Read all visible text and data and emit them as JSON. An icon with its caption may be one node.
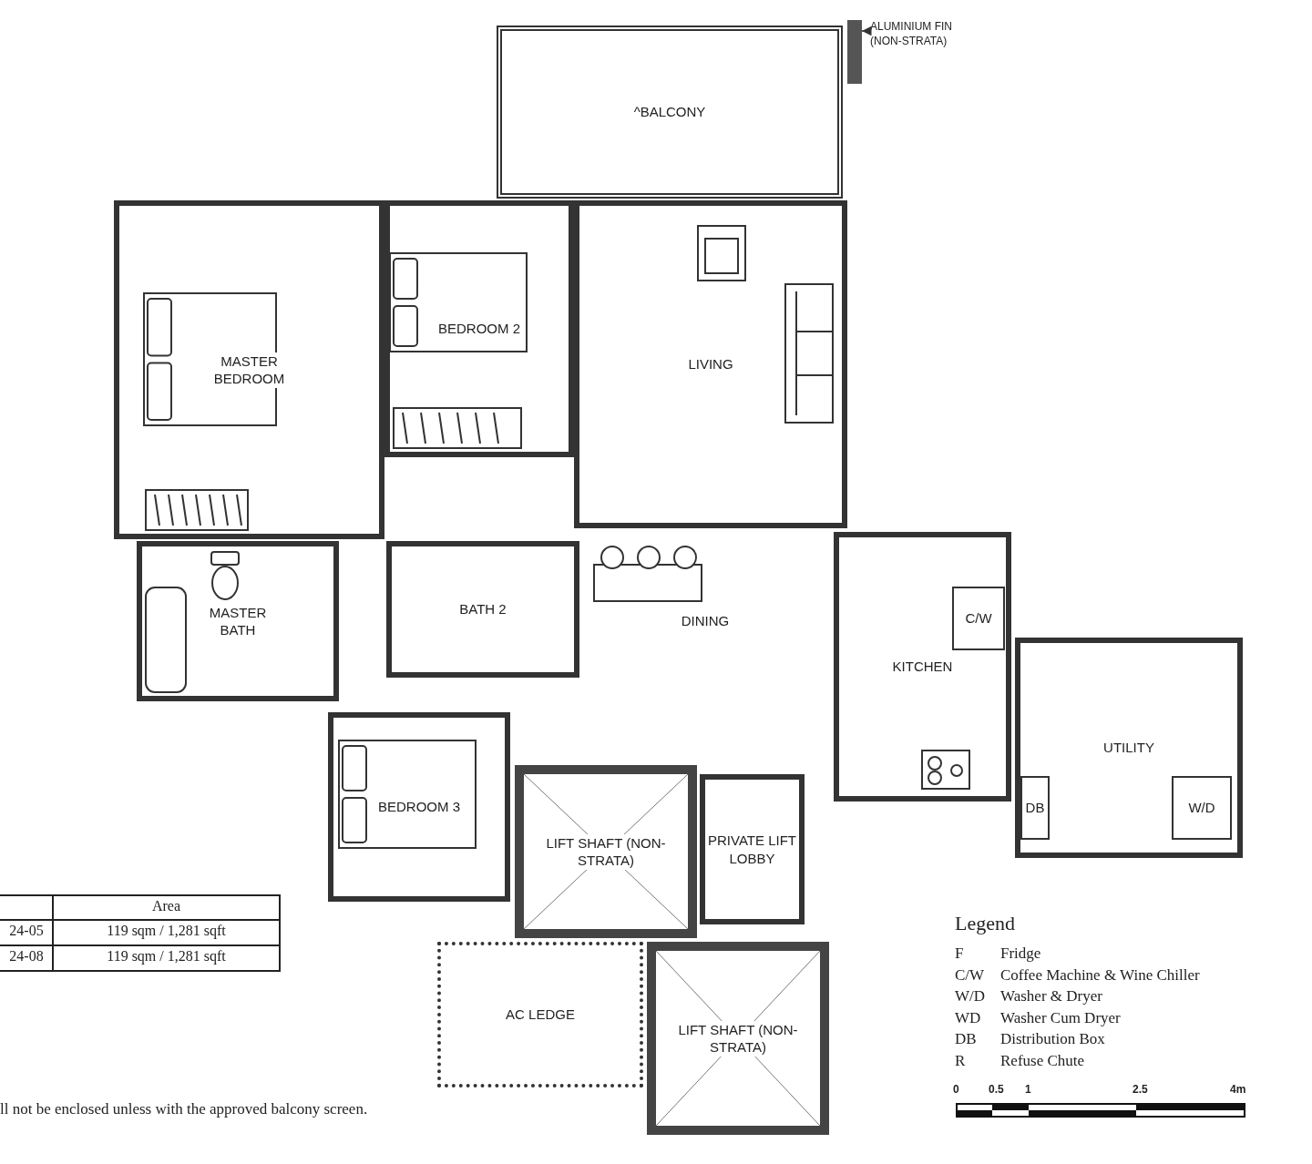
{
  "diagram": {
    "nodes": [
      {
        "text": [
          "^BALCONY"
        ]
      },
      {
        "text": [
          "MASTER BEDROOM"
        ]
      },
      {
        "text": [
          "BEDROOM 2"
        ]
      },
      {
        "text": [
          "LIVING"
        ]
      },
      {
        "text": [
          "MASTER BATH"
        ]
      },
      {
        "text": [
          "BATH 2"
        ]
      },
      {
        "text": [
          "DINING"
        ]
      },
      {
        "text": [
          "KITCHEN"
        ]
      },
      {
        "text": [
          "C/W"
        ],
        "in": 7
      },
      {
        "text": [
          "BEDROOM 3"
        ]
      },
      {
        "text": [
          "LIFT SHAFT (NON-STRATA)"
        ]
      },
      {
        "text": [
          "PRIVATE LIFT LOBBY"
        ]
      },
      {
        "text": [
          "UTILITY"
        ]
      },
      {
        "text": [
          "DB"
        ],
        "in": 12
      },
      {
        "text": [
          "W/D"
        ],
        "in": 12
      },
      {
        "text": [
          "AC LEDGE"
        ]
      },
      {
        "text": [
          "LIFT SHAFT (NON-STRATA)"
        ]
      },
      {
        "text": [
          "ALUMINIUM FIN (NON-STRATA)"
        ]
      },
      {
        "text": [],
        "shape": "bar"
      }
    ],
    "edges": [
      {
        "from": 17,
        "to": 18,
        "arrow": "to"
      }
    ],
    "labels": [
      "Area",
      "24-05",
      "119 sqm / 1,281 sqft",
      "24-08",
      "119 sqm / 1,281 sqft",
      "ll not be enclosed unless with the approved balcony screen.",
      "Legend",
      "F",
      "Fridge",
      "C/W",
      "Coffee Machine & Wine Chiller",
      "W/D",
      "Washer & Dryer",
      "WD",
      "Washer Cum Dryer",
      "DB",
      "Distribution Box",
      "R",
      "Refuse Chute",
      "0",
      "0.5",
      "1",
      "2.5",
      "4m"
    ]
  }
}
